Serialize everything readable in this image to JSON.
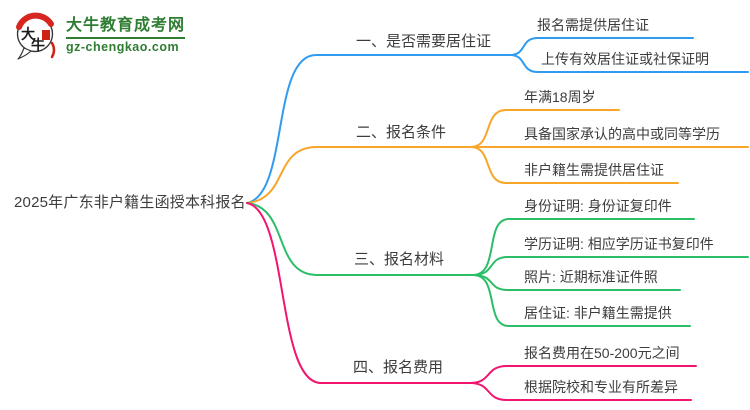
{
  "site": {
    "logo_title": "大牛教育成考网",
    "logo_url": "gz-chengkao.com",
    "logo_mark_text_top": "大",
    "logo_mark_text_bottom": "牛",
    "brand_color": "#2e7d32",
    "logo_red": "#d7261f"
  },
  "mindmap": {
    "root": "2025年广东非户籍生函授本科报名",
    "text_color": "#3d3d3d",
    "branches": [
      {
        "label": "一、是否需要居住证",
        "color": "#2f9bf1",
        "children": [
          "报名需提供居住证",
          "上传有效居住证或社保证明"
        ]
      },
      {
        "label": "二、报名条件",
        "color": "#f7a62a",
        "children": [
          "年满18周岁",
          "具备国家承认的高中或同等学历",
          "非户籍生需提供居住证"
        ]
      },
      {
        "label": "三、报名材料",
        "color": "#2cbd68",
        "children": [
          "身份证明: 身份证复印件",
          "学历证明: 相应学历证书复印件",
          "照片: 近期标准证件照",
          "居住证: 非户籍生需提供"
        ]
      },
      {
        "label": "四、报名费用",
        "color": "#f2146e",
        "children": [
          "报名费用在50-200元之间",
          "根据院校和专业有所差异"
        ]
      }
    ]
  }
}
